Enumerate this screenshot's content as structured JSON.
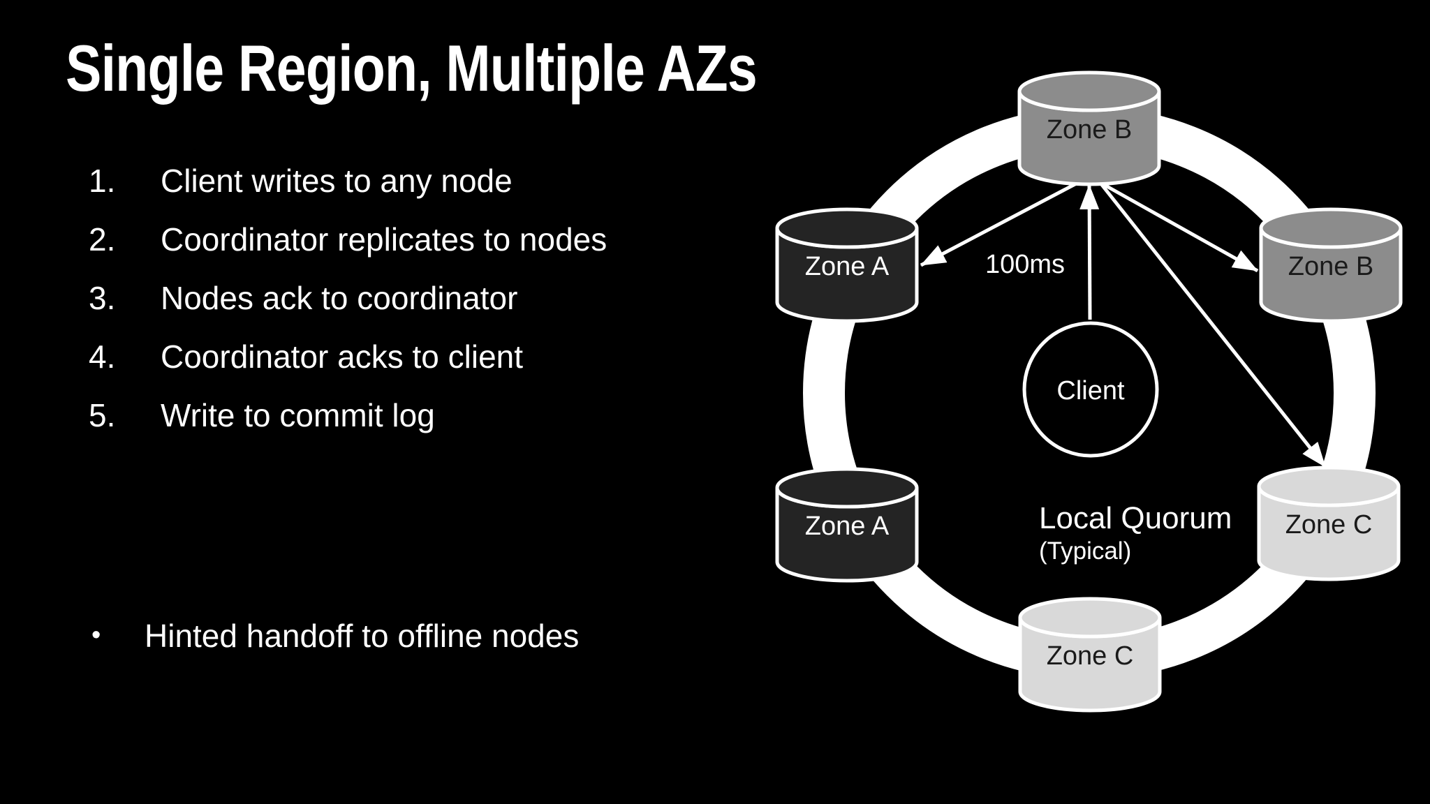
{
  "slide": {
    "title": "Single Region, Multiple AZs",
    "list": [
      {
        "num": "1.",
        "text": "Client writes to any node"
      },
      {
        "num": "2.",
        "text": "Coordinator replicates to nodes"
      },
      {
        "num": "3.",
        "text": "Nodes ack to coordinator"
      },
      {
        "num": "4.",
        "text": "Coordinator acks to client"
      },
      {
        "num": "5.",
        "text": "Write to commit log"
      }
    ],
    "bullet": {
      "marker": "•",
      "text": "Hinted handoff to offline nodes"
    }
  },
  "diagram": {
    "latency_label": "100ms",
    "client": {
      "label": "Client"
    },
    "quorum": {
      "line1": "Local Quorum",
      "line2": "(Typical)"
    },
    "nodes": [
      {
        "id": "zone-b-top",
        "label": "Zone B",
        "color": "#8c8c8c",
        "text_color": "#1a1a1a"
      },
      {
        "id": "zone-a-upper-left",
        "label": "Zone A",
        "color": "#242424",
        "text_color": "#ffffff"
      },
      {
        "id": "zone-b-right",
        "label": "Zone B",
        "color": "#8c8c8c",
        "text_color": "#1a1a1a"
      },
      {
        "id": "zone-a-lower-left",
        "label": "Zone A",
        "color": "#242424",
        "text_color": "#ffffff"
      },
      {
        "id": "zone-c-right",
        "label": "Zone C",
        "color": "#d9d9d9",
        "text_color": "#1a1a1a"
      },
      {
        "id": "zone-c-bottom",
        "label": "Zone C",
        "color": "#d9d9d9",
        "text_color": "#1a1a1a"
      }
    ],
    "colors": {
      "background": "#000000",
      "ring": "#ffffff",
      "arrow": "#ffffff",
      "outline": "#ffffff",
      "text": "#ffffff"
    }
  }
}
